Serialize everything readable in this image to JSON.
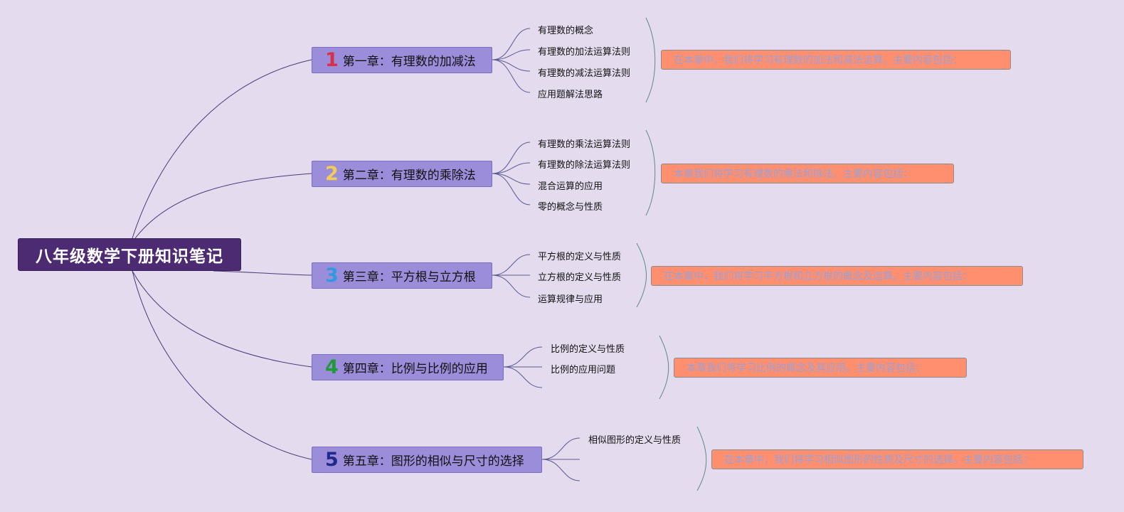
{
  "root": {
    "title": "八年级数学下册知识笔记"
  },
  "chapters": [
    {
      "num": "1",
      "num_color": "#d8304a",
      "title": "第一章：有理数的加减法",
      "topics": [
        "有理数的概念",
        "有理数的加法运算法则",
        "有理数的减法运算法则",
        "应用题解法思路"
      ],
      "summary": "在本章中，我们将学习有理数的加法和减法运算。主要内容包括："
    },
    {
      "num": "2",
      "num_color": "#f2cc55",
      "title": "第二章：有理数的乘除法",
      "topics": [
        "有理数的乘法运算法则",
        "有理数的除法运算法则",
        "混合运算的应用",
        "零的概念与性质"
      ],
      "summary": "本章我们将学习有理数的乘法和除法。主要内容包括："
    },
    {
      "num": "3",
      "num_color": "#2f9ae0",
      "title": "第三章：平方根与立方根",
      "topics": [
        "平方根的定义与性质",
        "立方根的定义与性质",
        "运算规律与应用"
      ],
      "summary": "在本章中，我们将学习平方根和立方根的概念及运算。主要内容包括："
    },
    {
      "num": "4",
      "num_color": "#1f9a3a",
      "title": "第四章：比例与比例的应用",
      "topics": [
        "比例的定义与性质",
        "比例的应用问题"
      ],
      "summary": "本章我们将学习比例的概念及其应用。主要内容包括："
    },
    {
      "num": "5",
      "num_color": "#1e2a8c",
      "title": "第五章：图形的相似与尺寸的选择",
      "topics": [
        "相似图形的定义与性质"
      ],
      "summary": "在本章中，我们将学习相似图形的性质及尺寸的选择。主要内容包括："
    }
  ],
  "colors": {
    "background": "#e4dcee",
    "root_fill": "#4d2b72",
    "chapter_fill": "#9b8dda",
    "summary_fill": "#ff8f6e",
    "root_link": "#4a3a7a",
    "topic_link": "#5c5a94",
    "bracket": "#5f8a86"
  }
}
